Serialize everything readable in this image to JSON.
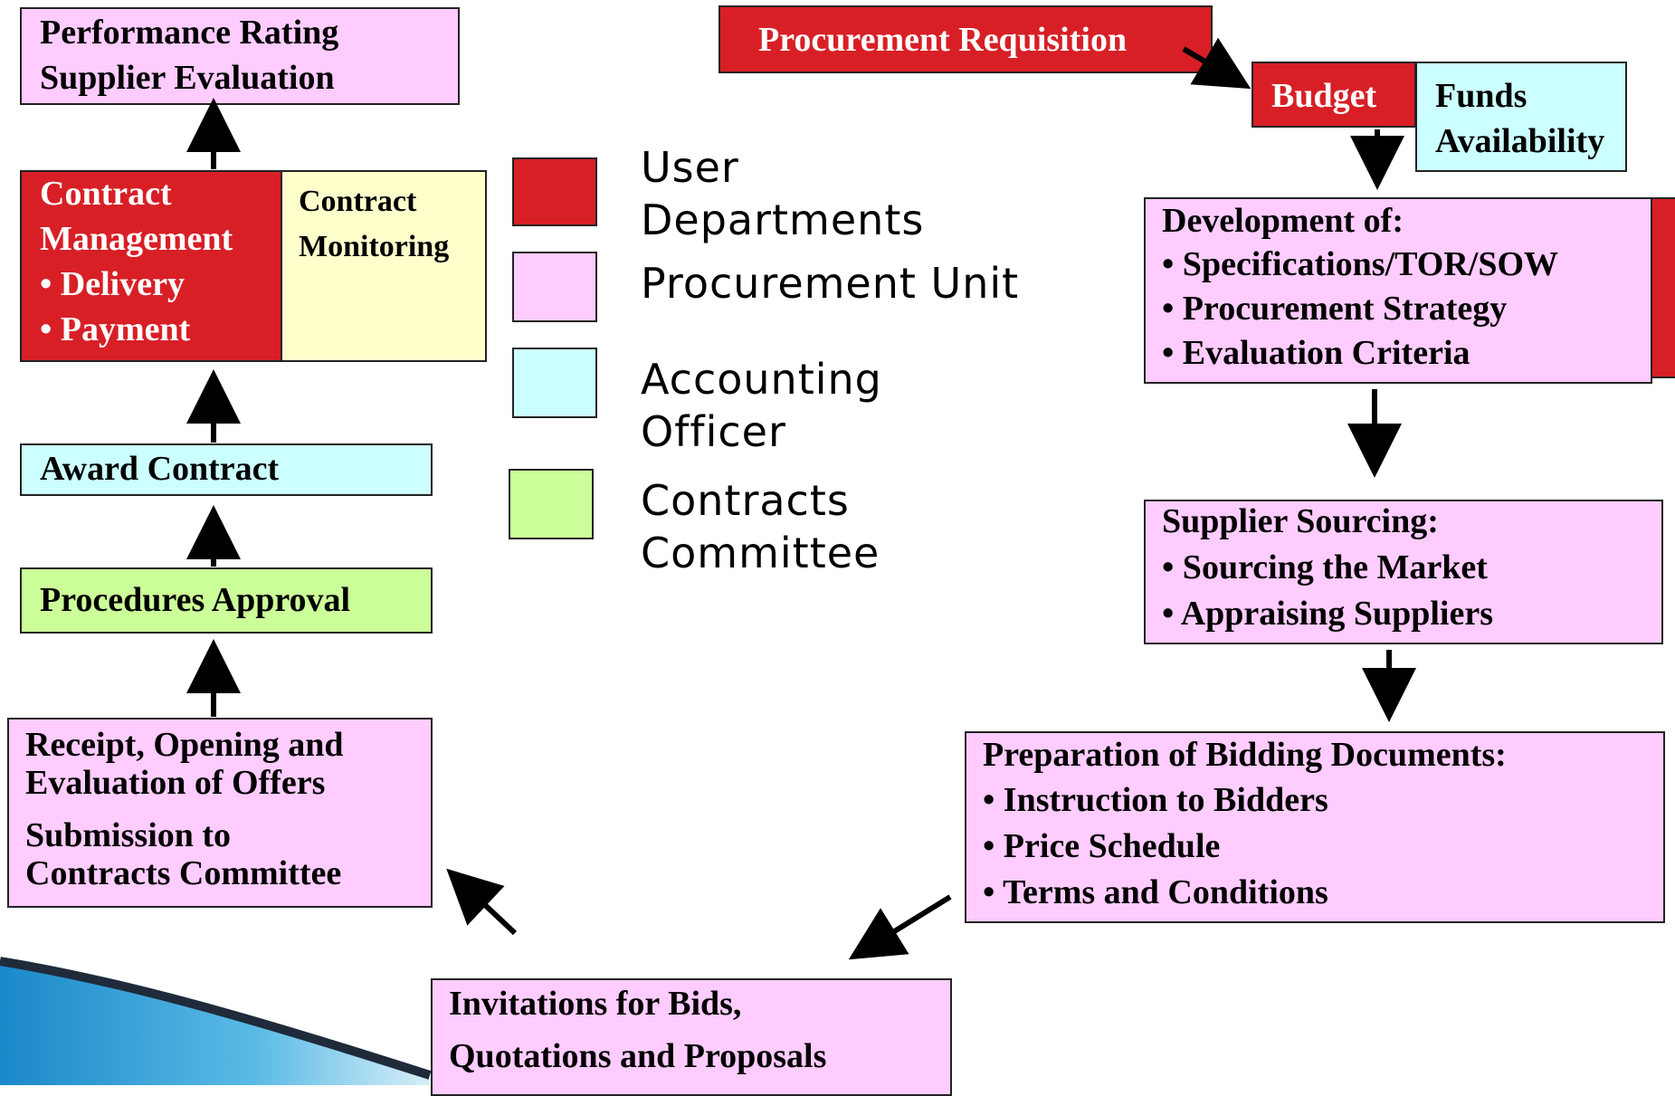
{
  "colors": {
    "user_departments": "#d81f26",
    "procurement_unit": "#ffccff",
    "accounting_officer": "#ccffff",
    "contracts_committee": "#ccff99",
    "contract_monitoring": "#ffffcc"
  },
  "boxes": {
    "performance": {
      "line1": "Performance Rating",
      "line2": "Supplier Evaluation"
    },
    "contract_management": {
      "line1": "Contract",
      "line2": "Management",
      "line3": "• Delivery",
      "line4": "• Payment"
    },
    "contract_monitoring": {
      "line1": "Contract",
      "line2": "Monitoring"
    },
    "award": {
      "line1": "Award Contract"
    },
    "procedures": {
      "line1": "Procedures Approval"
    },
    "receipt": {
      "line1": "Receipt, Opening and",
      "line2": "Evaluation of Offers",
      "line3": "Submission to",
      "line4": "Contracts Committee"
    },
    "requisition": {
      "line1": "Procurement Requisition"
    },
    "budget": {
      "line1": "Budget"
    },
    "funds": {
      "line1": "Funds",
      "line2": "Availability"
    },
    "development": {
      "line1": "Development of:",
      "line2": "• Specifications/TOR/SOW",
      "line3": "• Procurement Strategy",
      "line4": "• Evaluation Criteria"
    },
    "sourcing": {
      "line1": "Supplier Sourcing:",
      "line2": "• Sourcing the Market",
      "line3": "• Appraising Suppliers"
    },
    "bidding": {
      "line1": "Preparation of Bidding Documents:",
      "line2": "• Instruction to Bidders",
      "line3": "• Price Schedule",
      "line4": "• Terms and Conditions"
    },
    "invitations": {
      "line1": "Invitations for Bids,",
      "line2": "Quotations and Proposals"
    }
  },
  "legend": {
    "user_departments": {
      "line1": "User",
      "line2": "Departments"
    },
    "procurement_unit": {
      "line1": "Procurement Unit"
    },
    "accounting_officer": {
      "line1": "Accounting",
      "line2": "Officer"
    },
    "contracts_committee": {
      "line1": "Contracts",
      "line2": "Committee"
    }
  }
}
